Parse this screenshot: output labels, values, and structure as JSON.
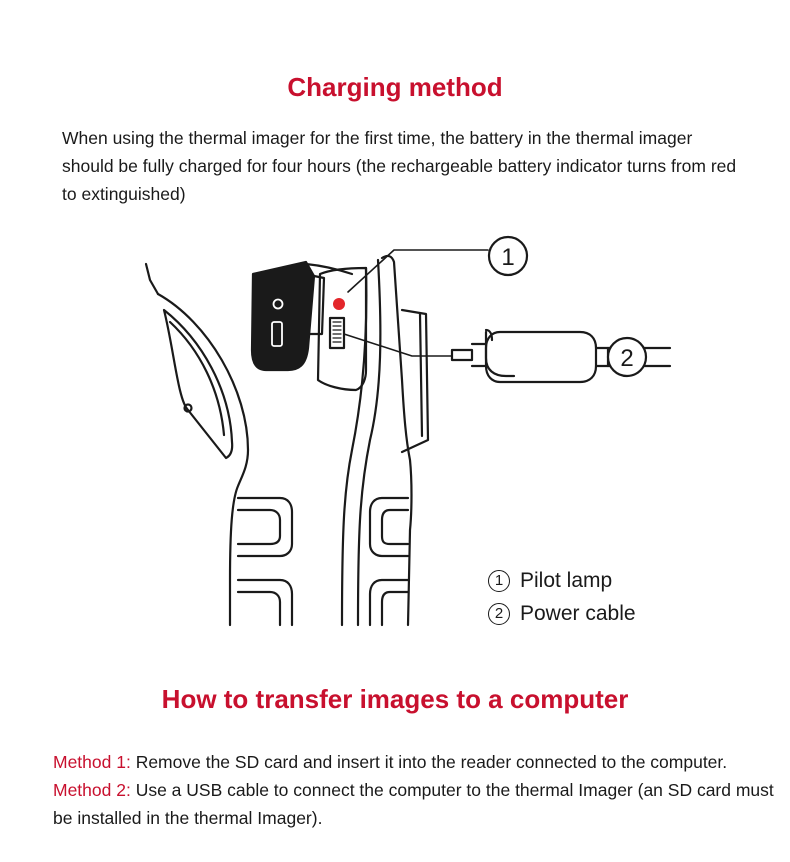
{
  "charging": {
    "title": "Charging method",
    "intro": "When using the thermal imager for the first time, the battery in the thermal imager should be fully charged for four hours (the rechargeable battery indicator turns from red to extinguished)"
  },
  "illustration": {
    "callout_1": "①",
    "callout_2": "②",
    "accent_color": "#e3262b"
  },
  "legend": {
    "items": [
      {
        "number": "1",
        "label": "Pilot lamp"
      },
      {
        "number": "2",
        "label": "Power cable"
      }
    ]
  },
  "transfer": {
    "title": "How to transfer images to a computer",
    "methods": [
      {
        "label": "Method 1:",
        "text": " Remove the SD card and insert it into the reader connected to the computer."
      },
      {
        "label": "Method 2:",
        "text": " Use a USB cable to connect the computer to the thermal Imager (an SD card must be installed in the thermal Imager)."
      }
    ]
  }
}
